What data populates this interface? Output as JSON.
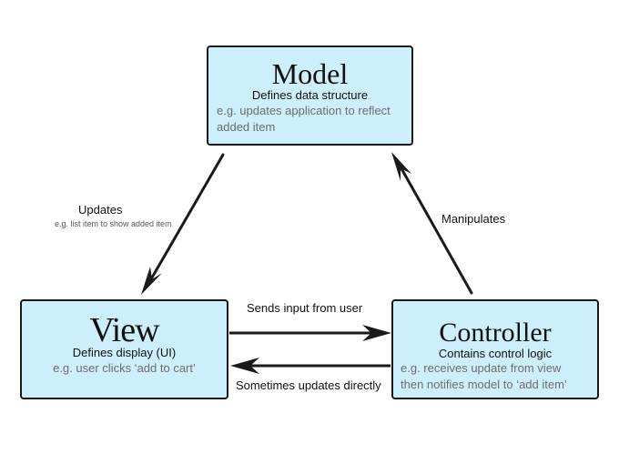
{
  "model": {
    "title": "Model",
    "description": "Defines data structure",
    "example": [
      "e.g. updates application to reflect",
      "added item"
    ]
  },
  "view": {
    "title": "View",
    "description": "Defines display (UI)",
    "example": [
      "e.g. user clicks ‘add to cart’"
    ]
  },
  "controller": {
    "title": "Controller",
    "description": "Contains control logic",
    "example": [
      "e.g. receives update from view",
      "then notifies model to ‘add item’"
    ]
  },
  "edges": {
    "updates": {
      "label": "Updates",
      "sublabel": "e.g. list item to show added item"
    },
    "manipulates": {
      "label": "Manipulates"
    },
    "sends_input": {
      "label": "Sends input from user"
    },
    "sometimes_updates": {
      "label": "Sometimes updates directly"
    }
  },
  "colors": {
    "box_fill": "#cdeefb",
    "stroke": "#1a1a1a",
    "example_text": "#6e6e6e"
  }
}
